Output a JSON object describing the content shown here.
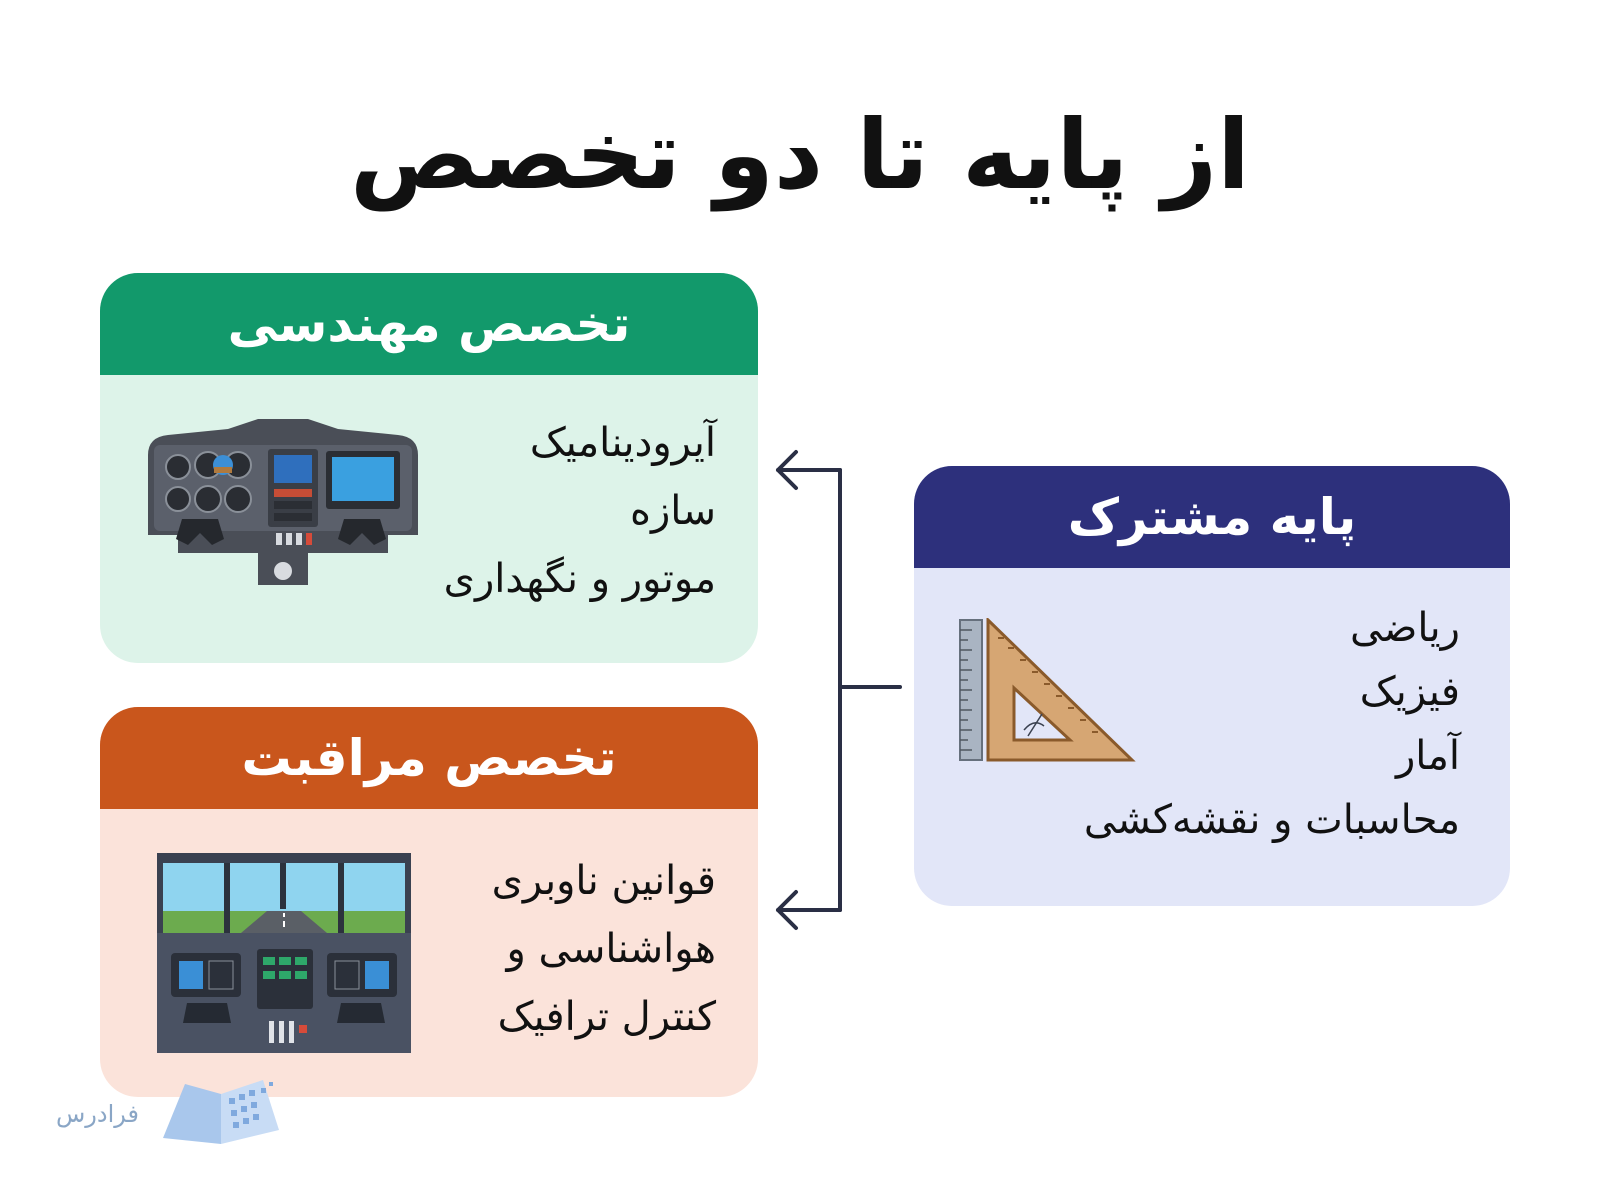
{
  "title": "از پایه تا دو تخصص",
  "engineering": {
    "heading": "تخصص مهندسی",
    "items": [
      "آیرودینامیک",
      "سازه",
      "موتور و نگهداری"
    ],
    "color": "#12996b",
    "bg": "#ddf3e9"
  },
  "care": {
    "heading": "تخصص مراقبت",
    "items": [
      "قوانین ناوبری",
      "هواشناسی و",
      "کنترل ترافیک"
    ],
    "color": "#c9561c",
    "bg": "#fbe3da"
  },
  "base": {
    "heading": "پایه مشترک",
    "items": [
      "ریاضی",
      "فیزیک",
      "آمار",
      "محاسبات و نقشه‌کشی"
    ],
    "color": "#2d307c",
    "bg": "#e2e6f8"
  },
  "icons": {
    "engineering": "cockpit-panel-icon",
    "care": "cockpit-runway-icon",
    "base": "ruler-set-square-icon"
  },
  "logo": {
    "text": "فرادرس"
  }
}
